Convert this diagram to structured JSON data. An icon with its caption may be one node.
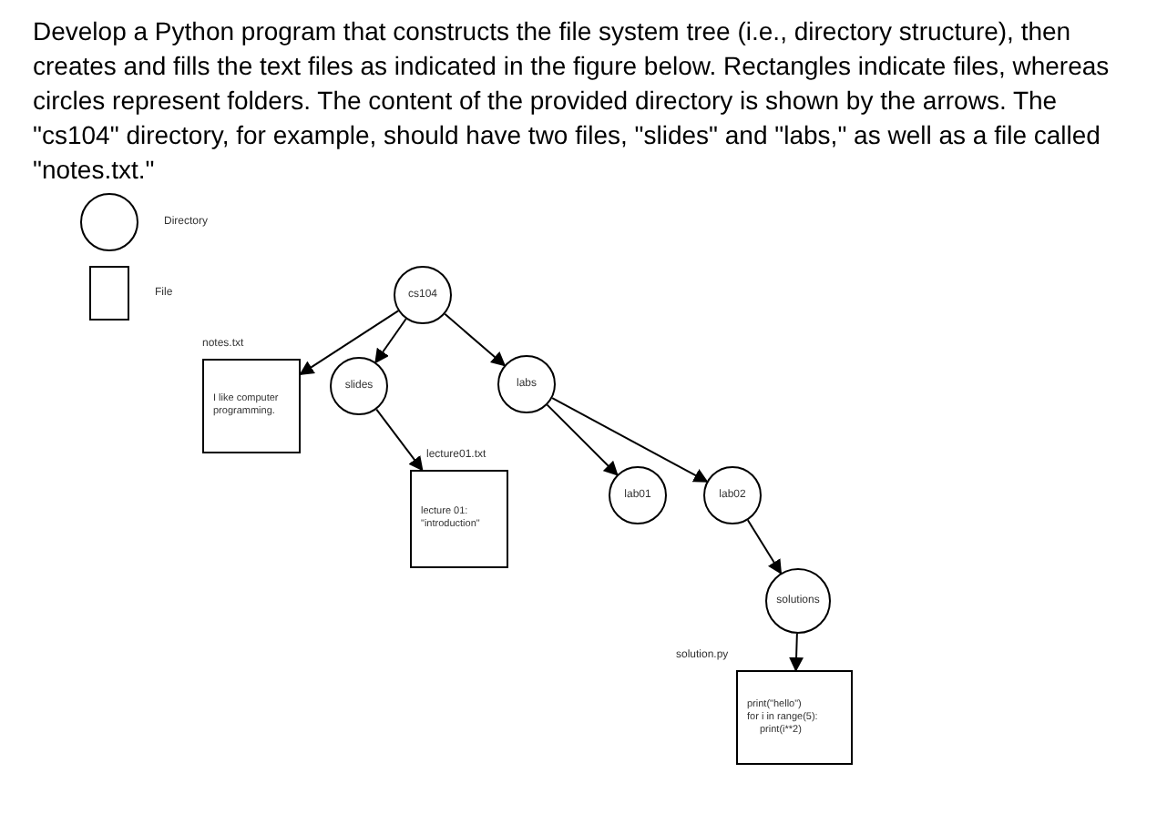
{
  "diagram": {
    "title": "Develop a Python program that constructs the file system tree (i.e., directory structure), then creates and fills the text files as indicated in the figure below. Rectangles indicate files, whereas circles represent folders. The content of the provided directory is shown by the arrows. The \"cs104\" directory, for example, should have two files, \"slides\" and \"labs,\" as well as a file called \"notes.txt.\"",
    "nodes": [
      {
        "text": [
          "cs104"
        ]
      },
      {
        "text": [
          "notes.txt",
          "I like computer programming."
        ]
      },
      {
        "text": [
          "slides"
        ]
      },
      {
        "text": [
          "labs"
        ]
      },
      {
        "text": [
          "lecture01.txt",
          "lecture 01: \"introduction\""
        ]
      },
      {
        "text": [
          "lab01"
        ]
      },
      {
        "text": [
          "lab02"
        ]
      },
      {
        "text": [
          "solutions"
        ]
      },
      {
        "text": [
          "solution.py",
          "print(\"hello\")",
          "for i in range(5):",
          "print(i**2)"
        ]
      }
    ],
    "edges": [
      {
        "from": 0,
        "to": 1,
        "arrow": "to"
      },
      {
        "from": 0,
        "to": 2,
        "arrow": "to"
      },
      {
        "from": 0,
        "to": 3,
        "arrow": "to"
      },
      {
        "from": 2,
        "to": 4,
        "arrow": "to"
      },
      {
        "from": 3,
        "to": 5,
        "arrow": "to"
      },
      {
        "from": 3,
        "to": 6,
        "arrow": "to"
      },
      {
        "from": 6,
        "to": 7,
        "arrow": "to"
      },
      {
        "from": 7,
        "to": 8,
        "arrow": "to"
      }
    ],
    "legend": [
      {
        "text": "Directory"
      },
      {
        "text": "File"
      }
    ]
  }
}
